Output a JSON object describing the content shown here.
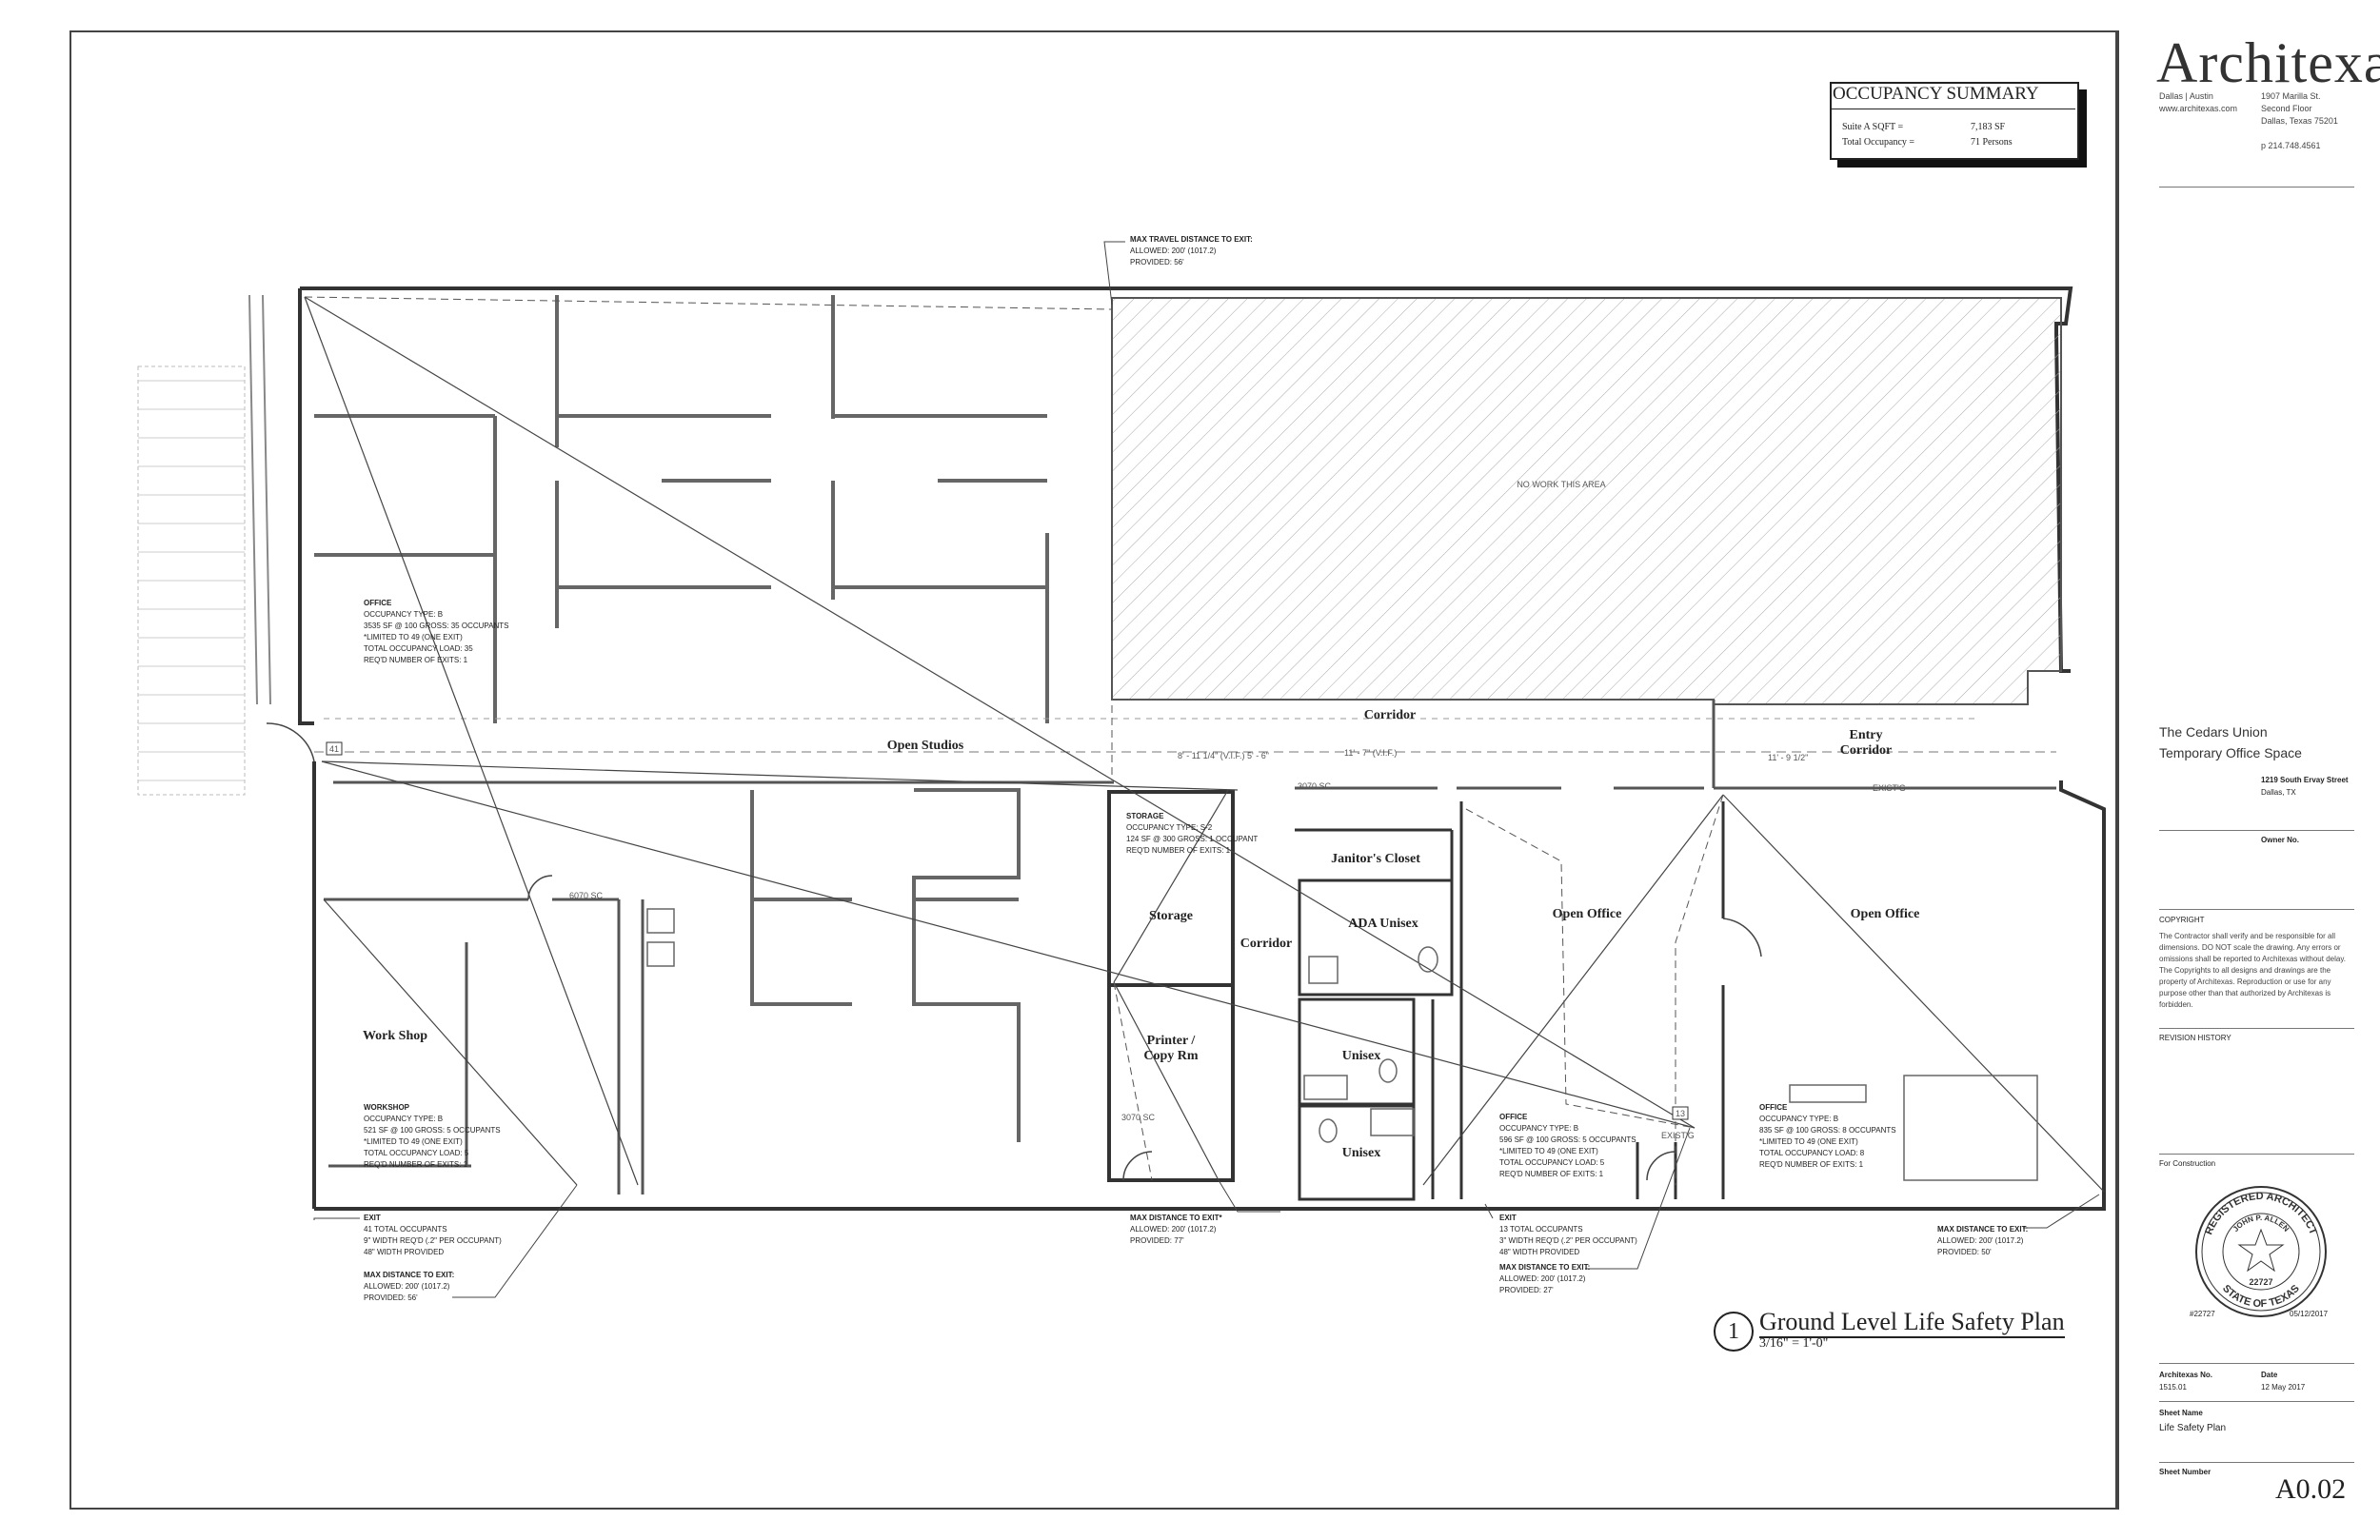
{
  "title_block": {
    "firm": "Architexas",
    "firm_cities": "Dallas | Austin",
    "firm_web": "www.architexas.com",
    "firm_address": [
      "1907 Marilla St.",
      "Second Floor",
      "Dallas, Texas 75201"
    ],
    "firm_phone": "p 214.748.4561",
    "project_name": [
      "The Cedars Union",
      "Temporary Office Space"
    ],
    "project_address": [
      "1219 South Ervay Street",
      "Dallas, TX"
    ],
    "owner_label": "Owner No.",
    "copyright_label": "COPYRIGHT",
    "copyright_text": "The Contractor shall verify and be responsible for all dimensions. DO NOT scale the drawing. Any errors or omissions shall be reported to Architexas without delay. The Copyrights to all designs and drawings are the property of Architexas. Reproduction or use for any purpose other than that authorized by Architexas is forbidden.",
    "revision_label": "REVISION HISTORY",
    "for_construction": "For Construction",
    "seal_number": "#22727",
    "seal_date": "05/12/2017",
    "seal_text_top": "REGISTERED ARCHITECT",
    "seal_name": "JOHN P. ALLEN",
    "seal_num_inner": "22727",
    "seal_text_bottom": "STATE OF TEXAS",
    "architexas_no_label": "Architexas No.",
    "architexas_no": "1515.01",
    "date_label": "Date",
    "date": "12 May 2017",
    "sheet_name_label": "Sheet Name",
    "sheet_name": "Life Safety Plan",
    "sheet_number_label": "Sheet Number",
    "sheet_number": "A0.02"
  },
  "occupancy_summary": {
    "title": "OCCUPANCY SUMMARY",
    "rows": [
      {
        "label": "Suite A SQFT =",
        "value": "7,183 SF"
      },
      {
        "label": "Total Occupancy =",
        "value": "71 Persons"
      }
    ]
  },
  "plan_title": {
    "number": "1",
    "title": "Ground Level Life Safety Plan",
    "scale": "3/16\" = 1'-0\""
  },
  "rooms": {
    "open_studios": "Open Studios",
    "corridor_top": "Corridor",
    "entry_corridor": [
      "Entry",
      "Corridor"
    ],
    "janitor": "Janitor's Closet",
    "ada_unisex": "ADA Unisex",
    "unisex1": "Unisex",
    "unisex2": "Unisex",
    "storage": "Storage",
    "corridor_mid": "Corridor",
    "printer": [
      "Printer /",
      "Copy Rm"
    ],
    "work_shop": "Work Shop",
    "open_office_1": "Open Office",
    "open_office_2": "Open Office",
    "no_work": "NO WORK THIS AREA"
  },
  "notes": {
    "office_a": [
      "OFFICE",
      "OCCUPANCY TYPE: B",
      "3535 SF @ 100 GROSS: 35 OCCUPANTS",
      "*LIMITED TO 49 (ONE EXIT)",
      "TOTAL OCCUPANCY LOAD: 35",
      "REQ'D NUMBER OF EXITS: 1"
    ],
    "storage": [
      "STORAGE",
      "OCCUPANCY TYPE: S-2",
      "124 SF @ 300 GROSS: 1 OCCUPANT",
      "REQ'D NUMBER OF EXITS: 1"
    ],
    "workshop": [
      "WORKSHOP",
      "OCCUPANCY TYPE: B",
      "521 SF @ 100 GROSS: 5 OCCUPANTS",
      "*LIMITED TO 49 (ONE EXIT)",
      "TOTAL OCCUPANCY LOAD: 5",
      "REQ'D NUMBER OF EXITS: 1"
    ],
    "office_b": [
      "OFFICE",
      "OCCUPANCY TYPE: B",
      "596 SF @ 100 GROSS: 5 OCCUPANTS",
      "*LIMITED TO 49 (ONE EXIT)",
      "TOTAL OCCUPANCY LOAD: 5",
      "REQ'D NUMBER OF EXITS: 1"
    ],
    "office_c": [
      "OFFICE",
      "OCCUPANCY TYPE: B",
      "835 SF @ 100 GROSS: 8 OCCUPANTS",
      "*LIMITED TO 49 (ONE EXIT)",
      "TOTAL OCCUPANCY LOAD: 8",
      "REQ'D NUMBER OF EXITS: 1"
    ],
    "exit_left": [
      "EXIT",
      "41 TOTAL OCCUPANTS",
      "9\" WIDTH REQ'D (.2\" PER OCCUPANT)",
      "48\" WIDTH PROVIDED"
    ],
    "max_left": [
      "MAX DISTANCE TO EXIT:",
      "ALLOWED: 200' (1017.2)",
      "PROVIDED: 56'"
    ],
    "max_mid": [
      "MAX DISTANCE TO EXIT*",
      "ALLOWED: 200' (1017.2)",
      "PROVIDED: 77'"
    ],
    "exit_right": [
      "EXIT",
      "13 TOTAL OCCUPANTS",
      "3\" WIDTH REQ'D (.2\" PER OCCUPANT)",
      "48\" WIDTH PROVIDED"
    ],
    "max_right1": [
      "MAX DISTANCE TO EXIT:",
      "ALLOWED: 200' (1017.2)",
      "PROVIDED: 27'"
    ],
    "max_right2": [
      "MAX DISTANCE TO EXIT:",
      "ALLOWED: 200' (1017.2)",
      "PROVIDED: 50'"
    ],
    "max_travel": [
      "MAX TRAVEL DISTANCE TO EXIT:",
      "ALLOWED: 200' (1017.2)",
      "PROVIDED: 56'"
    ]
  },
  "dims": {
    "d1": "8' - 11 1/4\" (V.I.F.)",
    "d2": "5' - 6\"",
    "d3": "11' - 7\" (V.I.F.)",
    "d4": "11' - 9 1/2\"",
    "tag41": "41",
    "tag13": "13",
    "exist1": "EXIST'G",
    "exist2": "EXIST'G",
    "door1": "3070 SC",
    "door2": "6070 SC",
    "door3": "3070 SC"
  }
}
